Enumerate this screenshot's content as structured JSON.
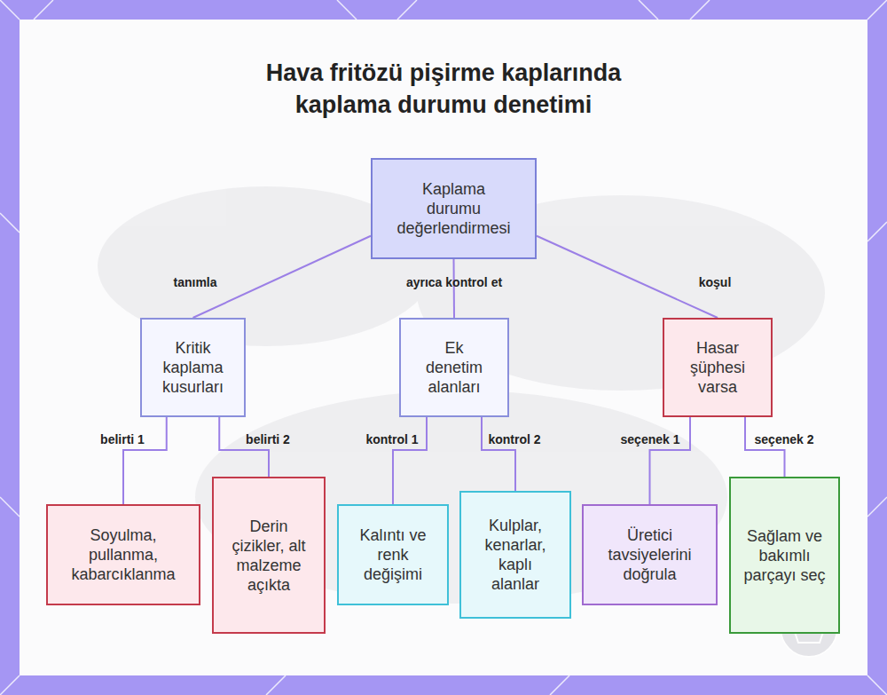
{
  "diagram": {
    "title": "Hava fritözü pişirme kaplarında kaplama durumu denetimi",
    "nodes": [
      {
        "text": [
          "Kaplama durumu değerlendirmesi"
        ]
      },
      {
        "text": [
          "Kritik kaplama kusurları"
        ]
      },
      {
        "text": [
          "Ek denetim alanları"
        ]
      },
      {
        "text": [
          "Hasar şüphesi varsa"
        ]
      },
      {
        "text": [
          "Soyulma, pullanma, kabarcıklanma"
        ]
      },
      {
        "text": [
          "Derin çizikler, alt malzeme açıkta"
        ]
      },
      {
        "text": [
          "Kalıntı ve renk değişimi"
        ]
      },
      {
        "text": [
          "Kulplar, kenarlar, kaplı alanlar"
        ]
      },
      {
        "text": [
          "Üretici tavsiyelerini doğrula"
        ]
      },
      {
        "text": [
          "Sağlam ve bakımlı parçayı seç"
        ]
      }
    ],
    "edges": [
      {
        "from": 0,
        "to": 1,
        "label": "tanımla",
        "arrow": "none"
      },
      {
        "from": 0,
        "to": 2,
        "label": "ayrıca kontrol et",
        "arrow": "none"
      },
      {
        "from": 0,
        "to": 3,
        "label": "koşul",
        "arrow": "none"
      },
      {
        "from": 1,
        "to": 4,
        "label": "belirti 1",
        "arrow": "none"
      },
      {
        "from": 1,
        "to": 5,
        "label": "belirti 2",
        "arrow": "none"
      },
      {
        "from": 2,
        "to": 6,
        "label": "kontrol 1",
        "arrow": "none"
      },
      {
        "from": 2,
        "to": 7,
        "label": "kontrol 2",
        "arrow": "none"
      },
      {
        "from": 3,
        "to": 8,
        "label": "seçenek 1",
        "arrow": "none"
      },
      {
        "from": 3,
        "to": 9,
        "label": "seçenek 2",
        "arrow": "none"
      }
    ]
  }
}
